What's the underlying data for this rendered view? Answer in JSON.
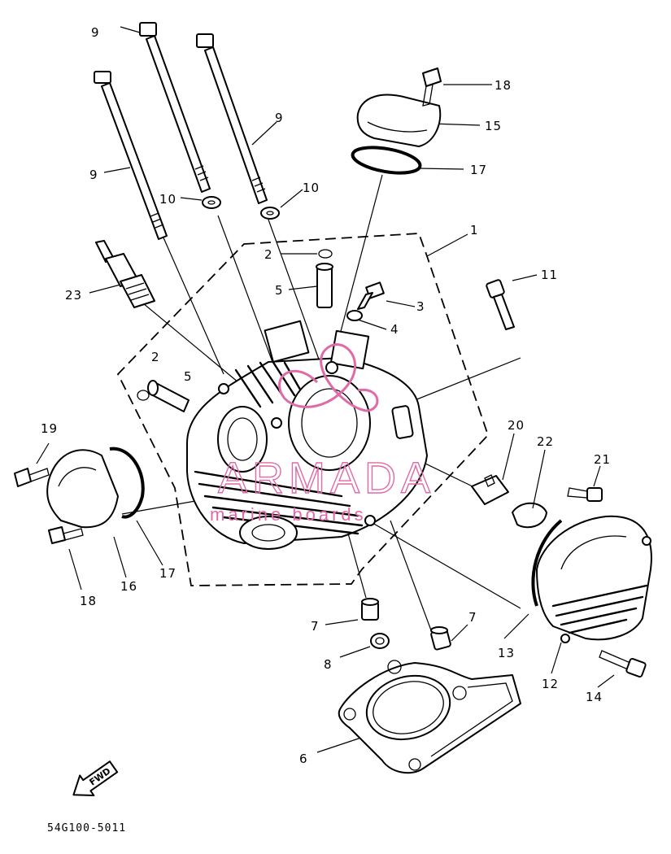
{
  "diagram": {
    "code": "54G100-5011",
    "fwd_label": "FWD",
    "callouts": {
      "c1": "1",
      "c2a": "2",
      "c2b": "2",
      "c3": "3",
      "c4": "4",
      "c5a": "5",
      "c5b": "5",
      "c6": "6",
      "c7a": "7",
      "c7b": "7",
      "c8": "8",
      "c9a": "9",
      "c9b": "9",
      "c9c": "9",
      "c10a": "10",
      "c10b": "10",
      "c11": "11",
      "c12": "12",
      "c13": "13",
      "c14": "14",
      "c15": "15",
      "c16": "16",
      "c17a": "17",
      "c17b": "17",
      "c18a": "18",
      "c18b": "18",
      "c19": "19",
      "c20": "20",
      "c21": "21",
      "c22": "22",
      "c23": "23"
    }
  },
  "watermark": {
    "brand": "ARMADA",
    "tagline": "marine  boards",
    "color": "#e06aa8"
  }
}
